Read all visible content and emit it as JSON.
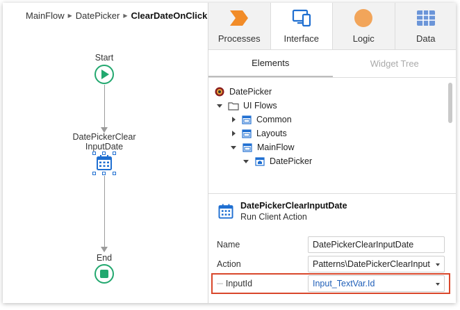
{
  "breadcrumb": {
    "items": [
      "MainFlow",
      "DatePicker"
    ],
    "current": "ClearDateOnClick"
  },
  "flow": {
    "start_label": "Start",
    "action_label_line1": "DatePickerClear",
    "action_label_line2": "InputDate",
    "end_label": "End"
  },
  "top_tabs": [
    {
      "label": "Processes",
      "icon": "processes-icon",
      "color": "#f28c28"
    },
    {
      "label": "Interface",
      "icon": "interface-icon",
      "color": "#1f6fd1"
    },
    {
      "label": "Logic",
      "icon": "logic-icon",
      "color": "#f2a55a"
    },
    {
      "label": "Data",
      "icon": "data-icon",
      "color": "#6b95d8"
    }
  ],
  "active_top_tab": "Interface",
  "sub_tabs": [
    {
      "label": "Elements"
    },
    {
      "label": "Widget Tree"
    }
  ],
  "tree": [
    {
      "label": "DatePicker",
      "icon": "app-icon"
    },
    {
      "label": "UI Flows",
      "icon": "folder-icon"
    },
    {
      "label": "Common",
      "icon": "flow-icon"
    },
    {
      "label": "Layouts",
      "icon": "flow-icon"
    },
    {
      "label": "MainFlow",
      "icon": "flow-icon"
    },
    {
      "label": "DatePicker",
      "icon": "screen-icon"
    }
  ],
  "properties": {
    "title": "DatePickerClearInputDate",
    "subtitle": "Run Client Action",
    "rows": [
      {
        "label": "Name",
        "value": "DatePickerClearInputDate"
      },
      {
        "label": "Action",
        "value": "Patterns\\DatePickerClearInput"
      },
      {
        "label": "InputId",
        "value": "Input_TextVar.Id"
      }
    ]
  },
  "colors": {
    "flow_green": "#22a86f",
    "accent_blue": "#1f6fd1",
    "highlight_red": "#d9472b"
  }
}
